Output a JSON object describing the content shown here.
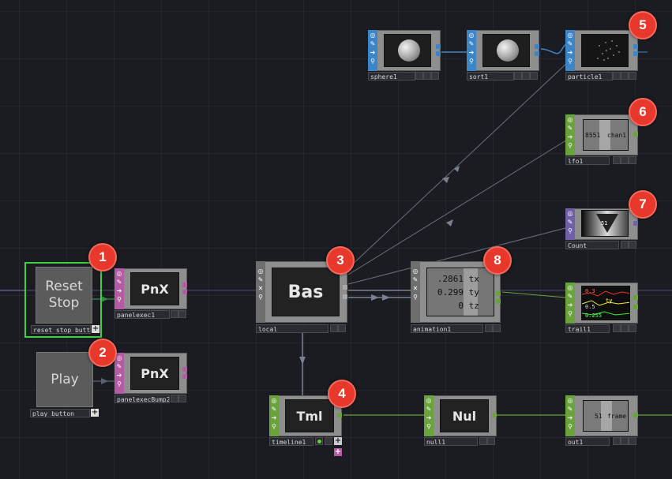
{
  "nodes": {
    "sphere1": {
      "label": "sphere1"
    },
    "sort1": {
      "label": "sort1"
    },
    "particle1": {
      "label": "particle1"
    },
    "lfo1": {
      "label": "lfo1",
      "value": "8551",
      "channel": "chan1"
    },
    "count": {
      "label": "Count",
      "value": "51"
    },
    "reset_stop": {
      "label": "reset_stop_butt",
      "text_line1": "Reset",
      "text_line2": "Stop"
    },
    "play": {
      "label": "play_button",
      "text": "Play"
    },
    "panelexec1": {
      "label": "panelexec1",
      "text": "PnX"
    },
    "panelexecbump2": {
      "label": "panelexecBump2",
      "text": "PnX"
    },
    "local": {
      "label": "local",
      "text": "Bas"
    },
    "animation1": {
      "label": "animation1",
      "rows": [
        {
          "value": ".2861",
          "channel": "tx"
        },
        {
          "value": "0.299",
          "channel": "ty"
        },
        {
          "value": "0",
          "channel": "tz"
        }
      ]
    },
    "trail1": {
      "label": "trail1",
      "labels": [
        "0.3",
        "ty",
        "0.5",
        "0.255"
      ]
    },
    "timeline1": {
      "label": "timeline1",
      "text": "Tml"
    },
    "null1": {
      "label": "null1",
      "text": "Nul"
    },
    "out1": {
      "label": "out1",
      "value": "51",
      "channel": "frame"
    }
  },
  "badges": [
    "1",
    "2",
    "3",
    "4",
    "5",
    "6",
    "7",
    "8"
  ],
  "colors": {
    "background": "#1b1c21",
    "sop": "#3c86c8",
    "chop": "#6aa33c",
    "dat": "#b45ba4",
    "top": "#7060a8",
    "badge": "#e8382b",
    "selected": "#3fd13f"
  },
  "icons": [
    "viewer-toggle-icon",
    "edit-icon",
    "bypass-icon",
    "lock-icon",
    "add-icon"
  ]
}
